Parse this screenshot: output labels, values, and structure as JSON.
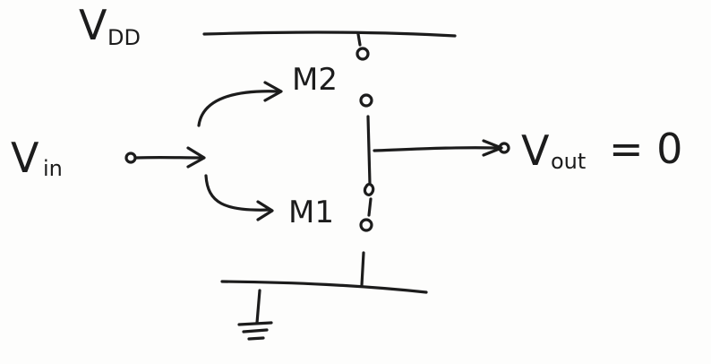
{
  "labels": {
    "supply_main": "V",
    "supply_sub": "DD",
    "input_main": "V",
    "input_sub": "in",
    "transistor_top": "M2",
    "transistor_bottom": "M1",
    "output_main": "V",
    "output_sub": "out",
    "output_value": "= 0"
  }
}
